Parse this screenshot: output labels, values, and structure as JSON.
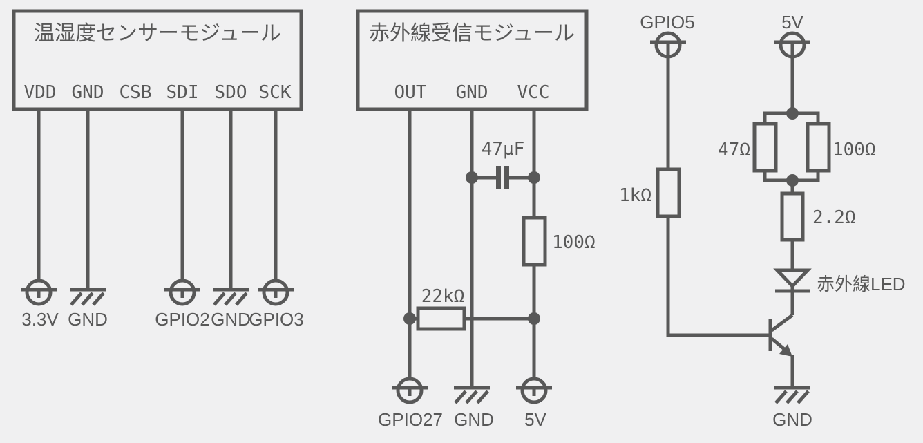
{
  "colors": {
    "background": "#f0f0f1",
    "line": "#585858",
    "text": "#585858"
  },
  "sensor_module": {
    "title": "温湿度センサーモジュール",
    "pins": [
      "VDD",
      "GND",
      "CSB",
      "SDI",
      "SDO",
      "SCK"
    ],
    "nets": [
      "3.3V",
      "GND",
      "GPIO2",
      "GND",
      "GPIO3"
    ]
  },
  "ir_module": {
    "title": "赤外線受信モジュール",
    "pins": [
      "OUT",
      "GND",
      "VCC"
    ],
    "capacitor_value": "47µF",
    "pullup_resistor_value": "100Ω",
    "series_resistor_value": "22kΩ",
    "nets": [
      "GPIO27",
      "GND",
      "5V"
    ]
  },
  "led_driver": {
    "net_gpio": "GPIO5",
    "net_supply": "5V",
    "net_ground": "GND",
    "base_resistor_value": "1kΩ",
    "parallel_resistor_left_value": "47Ω",
    "parallel_resistor_right_value": "100Ω",
    "led_series_resistor_value": "2.2Ω",
    "led_label": "赤外線LED"
  }
}
